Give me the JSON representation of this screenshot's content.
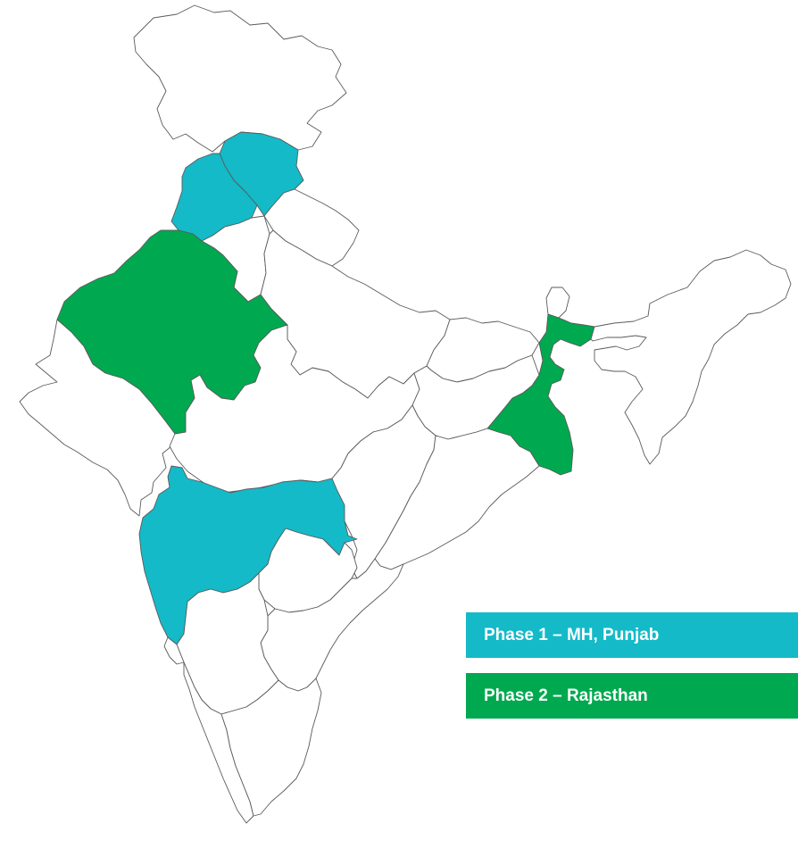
{
  "colors": {
    "phase1": "#14bac8",
    "phase2": "#00a94f",
    "unselected": "#ffffff",
    "border": "#5a5a5a"
  },
  "legend": [
    {
      "phase": "phase1",
      "label": "Phase 1 – MH, Punjab"
    },
    {
      "phase": "phase2",
      "label": "Phase 2 – Rajasthan"
    }
  ],
  "regions": [
    {
      "id": "jammu-kashmir",
      "phase": "none"
    },
    {
      "id": "himachal-pradesh",
      "phase": "phase1"
    },
    {
      "id": "punjab",
      "phase": "phase1"
    },
    {
      "id": "uttarakhand",
      "phase": "none"
    },
    {
      "id": "haryana",
      "phase": "none"
    },
    {
      "id": "rajasthan",
      "phase": "phase2"
    },
    {
      "id": "uttar-pradesh",
      "phase": "none"
    },
    {
      "id": "bihar",
      "phase": "none"
    },
    {
      "id": "sikkim",
      "phase": "none"
    },
    {
      "id": "west-bengal",
      "phase": "phase2"
    },
    {
      "id": "northeast",
      "phase": "none"
    },
    {
      "id": "gujarat",
      "phase": "none"
    },
    {
      "id": "madhya-pradesh",
      "phase": "none"
    },
    {
      "id": "jharkhand",
      "phase": "none"
    },
    {
      "id": "chhattisgarh",
      "phase": "none"
    },
    {
      "id": "odisha",
      "phase": "none"
    },
    {
      "id": "maharashtra",
      "phase": "phase1"
    },
    {
      "id": "telangana",
      "phase": "none"
    },
    {
      "id": "andhra-pradesh",
      "phase": "none"
    },
    {
      "id": "karnataka",
      "phase": "none"
    },
    {
      "id": "goa",
      "phase": "none"
    },
    {
      "id": "kerala",
      "phase": "none"
    },
    {
      "id": "tamil-nadu",
      "phase": "none"
    }
  ]
}
